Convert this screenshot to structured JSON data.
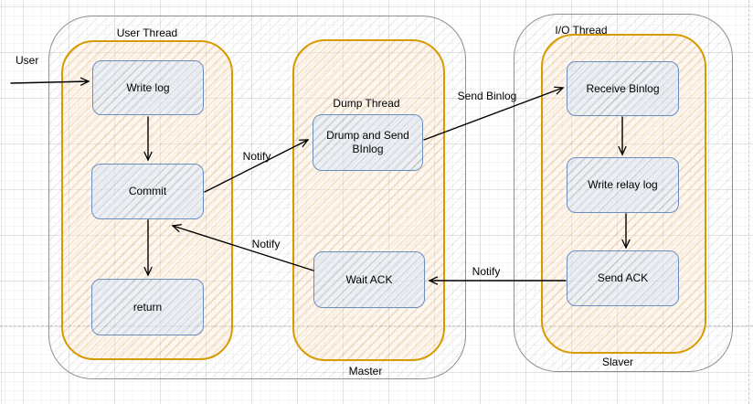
{
  "diagram": {
    "containers": {
      "master": {
        "label": "Master"
      },
      "slaver": {
        "label": "Slaver"
      },
      "user_thread": {
        "label": "User Thread"
      },
      "dump_thread": {
        "label": "Dump Thread"
      },
      "io_thread": {
        "label": "I/O Thread"
      }
    },
    "nodes": {
      "write_log": {
        "label": "Write log"
      },
      "commit": {
        "label": "Commit"
      },
      "return": {
        "label": "return"
      },
      "dump_and_send_binlog": {
        "label": "Drump and Send BInlog"
      },
      "wait_ack": {
        "label": "Wait ACK"
      },
      "receive_binlog": {
        "label": "Receive Binlog"
      },
      "write_relay_log": {
        "label": "Write relay log"
      },
      "send_ack": {
        "label": "Send ACK"
      }
    },
    "edge_labels": {
      "user": "User",
      "notify_commit_to_dump": "Notify",
      "send_binlog": "Send Binlog",
      "notify_waitack_to_commit": "Notify",
      "notify_sendack_to_waitack": "Notify"
    },
    "colors": {
      "node_fill": "#dae8fc",
      "node_stroke": "#6c8ebf",
      "thread_fill": "#ffe6cc",
      "thread_stroke": "#d79b00",
      "outer_stroke": "#8f8f8f",
      "arrow": "#000000",
      "grid": "#ededed"
    }
  }
}
